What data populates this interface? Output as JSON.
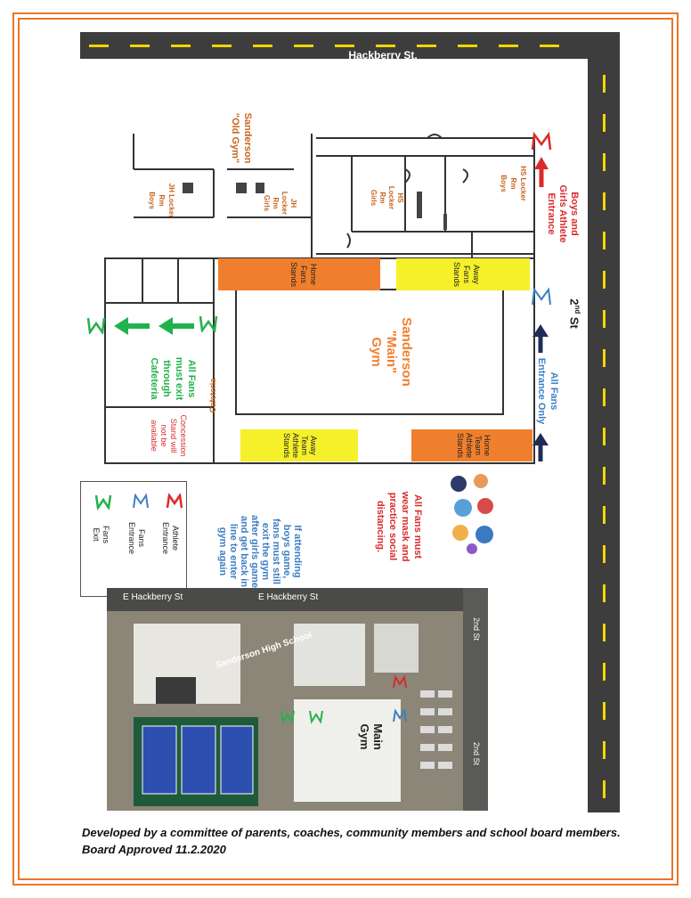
{
  "streets": {
    "hackberry": "Hackberry St.",
    "second_main": "2",
    "second_sup": "nd",
    "second_suffix": " St"
  },
  "rooms": {
    "old_gym": "Sanderson\n\"Old Gym\"",
    "jh_locker_boys": "JH Locker\nRm\nBoys",
    "jh_locker_girls": "JH\nLocker\nRm\nGirls",
    "hs_locker_girls": "HS\nLocker\nRm\nGirls",
    "hs_locker_boys": "HS Locker\nRm\nBoys",
    "main_gym": "Sanderson\n\"Main\"\nGym",
    "cafeteria": "Cafeteria",
    "concession": "Concession\nStand will\nnot be\navailable"
  },
  "stands": {
    "home_fans": "Home\nFans\nStands",
    "away_fans": "Away\nFans\nStands",
    "away_team": "Away\nTeam\nAthlete\nStands",
    "home_team": "Home\nTeam\nAthlete\nStands"
  },
  "notes": {
    "athlete_entrance": "Boys and\nGirls Athlete\nEntrance",
    "fans_entrance": "All Fans\nEntrance Only",
    "fans_exit": "All Fans\nmust exit\nthrough\nCafeteria",
    "mask": "All Fans must\nwear mask and\npractice social\ndistancing.",
    "boys_game": "If attending\nboys game,\nfans must still\nexit the gym\nafter girls game\nand get back in\nline to enter\ngym again"
  },
  "legend": {
    "athlete": "Athlete\nEntrance",
    "fans_entrance": "Fans\nEntrance",
    "fans_exit": "Fans\nExit"
  },
  "aerial": {
    "street_top_left": "E Hackberry St",
    "street_top_right": "E Hackberry St",
    "street_right_top": "2nd St",
    "street_right_bottom": "2nd St",
    "school": "Sanderson High School",
    "main_gym": "Main\nGym"
  },
  "caption": {
    "line1": "Developed by a committee of parents, coaches, community members and school board members.",
    "line2": "Board Approved 11.2.2020"
  },
  "colors": {
    "border": "#e8772a",
    "athlete_red": "#d92b2b",
    "fans_blue": "#3b7fc4",
    "exit_green": "#22b24c",
    "home_orange": "#f07f2d",
    "away_yellow": "#f5f02a",
    "room_text": "#c8641e",
    "navy_arrow": "#1f2d55"
  }
}
